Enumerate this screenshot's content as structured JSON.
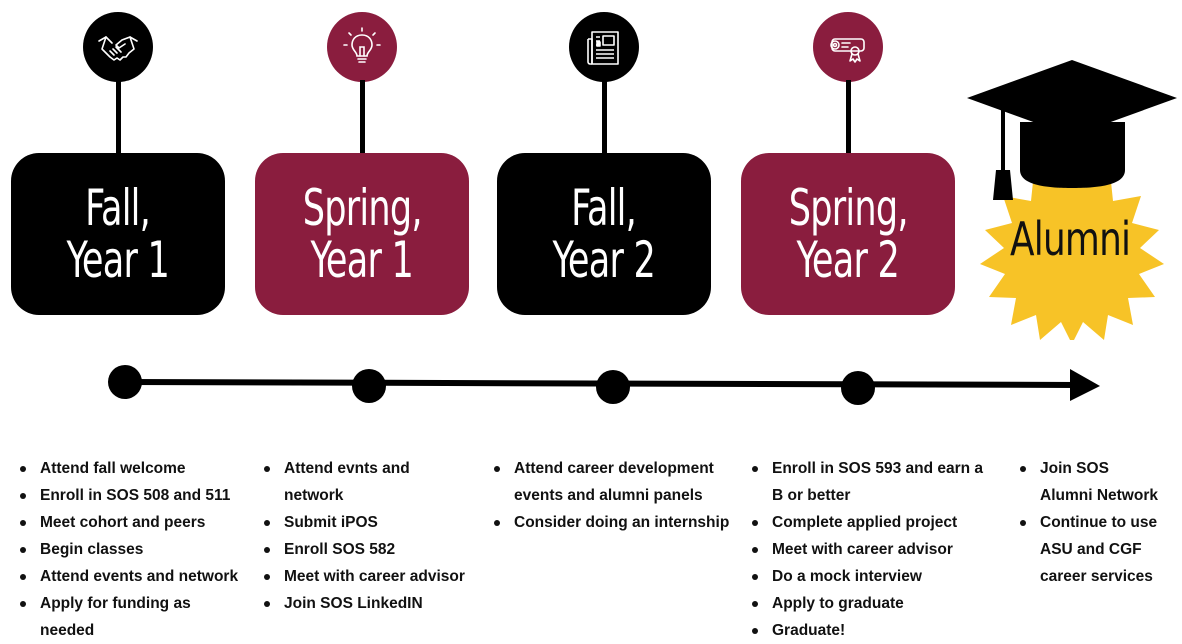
{
  "colors": {
    "black": "#000000",
    "maroon": "#8a1d3e",
    "gold": "#f7c327"
  },
  "stages": [
    {
      "line1": "Fall,",
      "line2": "Year 1",
      "icon": "handshake-icon"
    },
    {
      "line1": "Spring,",
      "line2": "Year 1",
      "icon": "lightbulb-icon"
    },
    {
      "line1": "Fall,",
      "line2": "Year 2",
      "icon": "newspaper-icon"
    },
    {
      "line1": "Spring,",
      "line2": "Year 2",
      "icon": "diploma-icon"
    }
  ],
  "alumni": {
    "label": "Alumni",
    "icon": "graduation-cap-icon"
  },
  "columns": [
    {
      "items": [
        "Attend fall welcome",
        "Enroll in SOS 508 and 511",
        "Meet cohort and peers",
        "Begin classes",
        "Attend events and network",
        "Apply for funding as needed"
      ]
    },
    {
      "items": [
        "Attend evnts and network",
        "Submit iPOS",
        "Enroll SOS 582",
        "Meet with career advisor",
        "Join SOS LinkedIN"
      ]
    },
    {
      "items": [
        "Attend career development events and alumni panels",
        "Consider doing an internship"
      ]
    },
    {
      "items": [
        "Enroll in SOS 593 and earn a B or better",
        "Complete applied project",
        "Meet with career advisor",
        "Do a mock interview",
        "Apply to graduate",
        "Graduate!"
      ]
    },
    {
      "items": [
        "Join SOS Alumni Network",
        "Continue to use ASU and CGF career services"
      ]
    }
  ]
}
